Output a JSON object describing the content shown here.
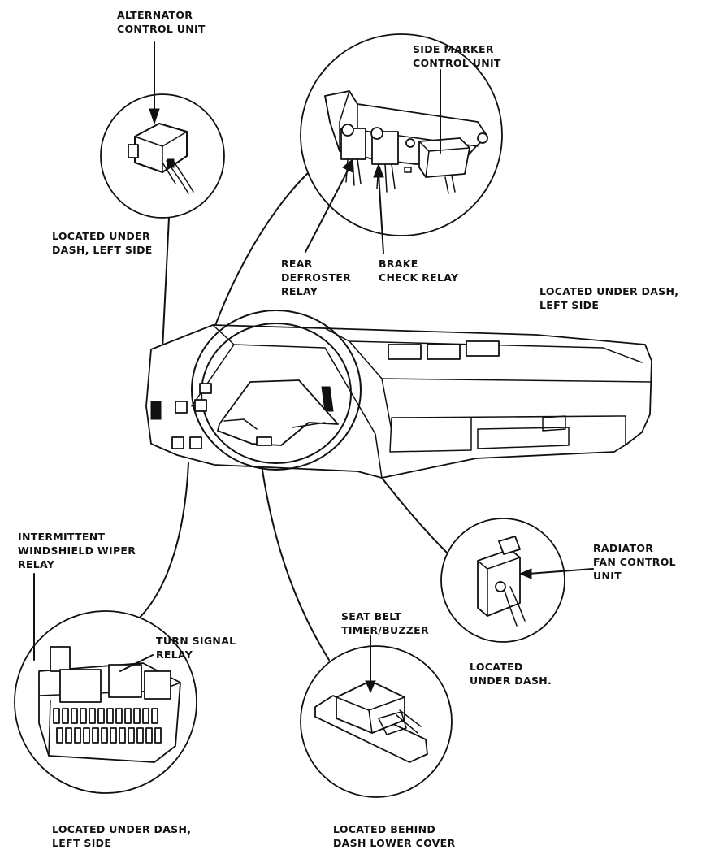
{
  "colors": {
    "ink": "#111111",
    "paper": "#ffffff"
  },
  "labels": {
    "alternator": "ALTERNATOR\nCONTROL UNIT",
    "alternator_location": "LOCATED UNDER\nDASH, LEFT SIDE",
    "side_marker": "SIDE MARKER\nCONTROL UNIT",
    "rear_defroster": "REAR\nDEFROSTER\nRELAY",
    "brake_check": "BRAKE\nCHECK RELAY",
    "relay_bracket_location": "LOCATED UNDER DASH,\nLEFT SIDE",
    "radiator_fan": "RADIATOR\nFAN CONTROL\nUNIT",
    "radiator_location": "LOCATED\nUNDER DASH.",
    "wiper_relay": "INTERMITTENT\nWINDSHIELD WIPER\nRELAY",
    "turn_signal": "TURN SIGNAL\nRELAY",
    "fuse_box_location": "LOCATED UNDER DASH,\nLEFT SIDE",
    "seat_belt": "SEAT BELT\nTIMER/BUZZER",
    "seat_belt_location": "LOCATED BEHIND\nDASH LOWER COVER"
  }
}
